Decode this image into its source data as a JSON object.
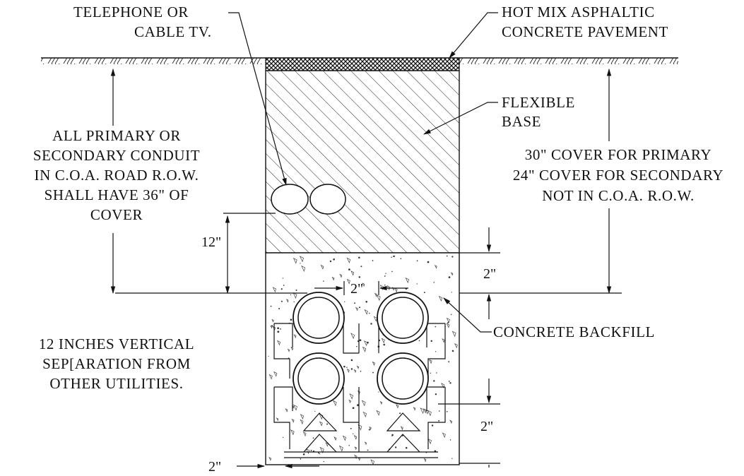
{
  "labels": {
    "telephone_line1": "TELEPHONE OR",
    "telephone_line2": "CABLE TV.",
    "pavement_line1": "HOT MIX ASPHALTIC",
    "pavement_line2": "CONCRETE PAVEMENT",
    "flexible_line1": "FLEXIBLE",
    "flexible_line2": "BASE",
    "primary_line1": "ALL PRIMARY OR",
    "primary_line2": "SECONDARY CONDUIT",
    "primary_line3": "IN C.O.A. ROAD R.O.W.",
    "primary_line4": "SHALL HAVE 36\" OF",
    "primary_line5": "COVER",
    "cover_line1": "30\" COVER FOR PRIMARY",
    "cover_line2": "24\" COVER FOR SECONDARY",
    "cover_line3": "NOT IN C.O.A. R.O.W.",
    "backfill": "CONCRETE BACKFILL",
    "separation_line1": "12 INCHES VERTICAL",
    "separation_line2": "SEP[ARATION FROM",
    "separation_line3": "OTHER UTILITIES."
  },
  "dimensions": {
    "sep_12": "12\"",
    "conduit_spacing_2": "2\"",
    "top_clearance_2": "2\"",
    "bottom_clearance_2": "2\"",
    "side_clearance_2": "2\""
  },
  "colors": {
    "ink": "#111111",
    "background": "#ffffff"
  }
}
